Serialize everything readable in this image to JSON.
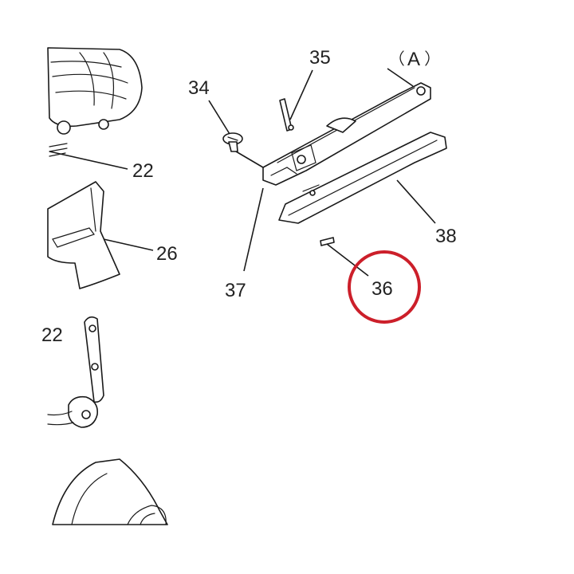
{
  "diagram": {
    "callouts": {
      "c22_top": "22",
      "c22_left": "22",
      "c26": "26",
      "c34": "34",
      "c35": "35",
      "c36": "36",
      "c37": "37",
      "c38": "38",
      "ref_a": "A"
    },
    "highlight": {
      "target": "36",
      "color": "#cc1f2a"
    }
  }
}
